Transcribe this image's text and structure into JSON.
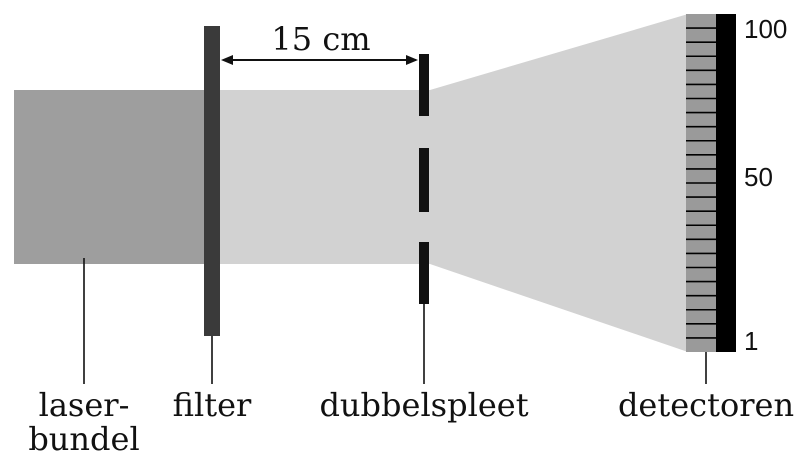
{
  "distance_label": "15 cm",
  "labels": {
    "laser_line1": "laser-",
    "laser_line2": "bundel",
    "filter": "filter",
    "double_slit": "dubbelspleet",
    "detectors": "detectoren"
  },
  "scale": {
    "top": "100",
    "middle": "50",
    "bottom": "1"
  },
  "detector_segment_count": 24,
  "colors": {
    "laser_beam": "#9e9e9e",
    "light_region": "#d2d2d2",
    "filter": "#3a3a3a",
    "slit": "#111111",
    "detector_cells": "#9a9a9a",
    "detector_strip": "#000000"
  }
}
